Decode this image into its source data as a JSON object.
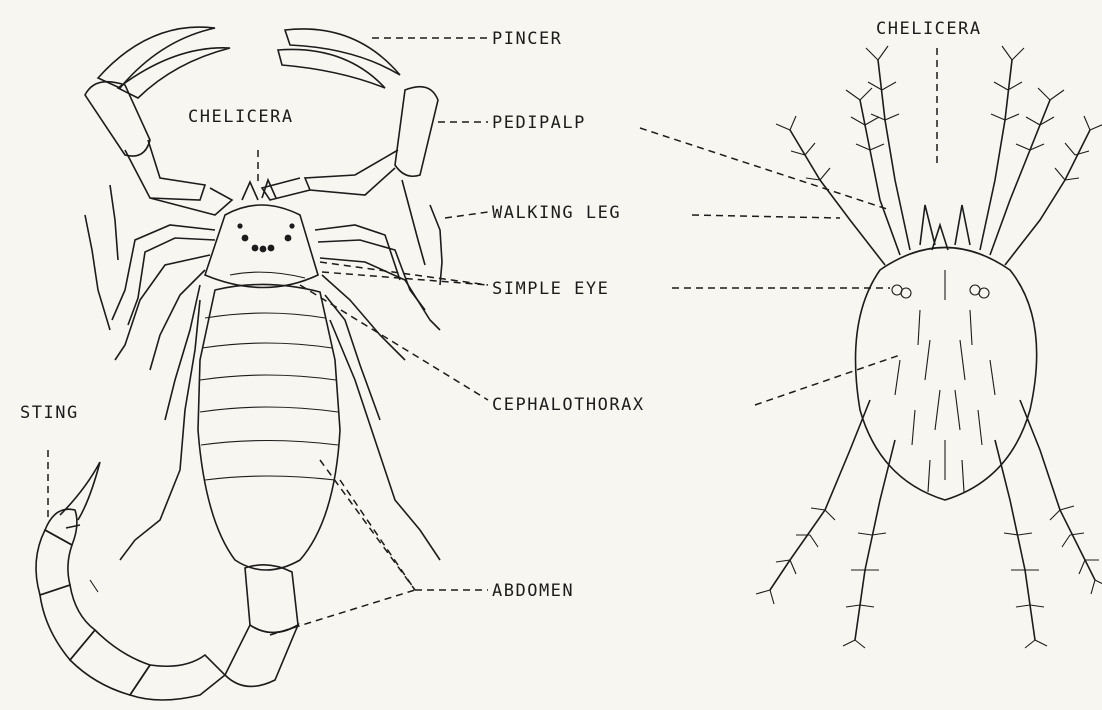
{
  "labels": {
    "pincer": "PINCER",
    "chelicera_scorpion": "CHELICERA",
    "pedipalp": "PEDIPALP",
    "walking_leg": "WALKING LEG",
    "simple_eye": "SIMPLE EYE",
    "cephalothorax": "CEPHALOTHORAX",
    "sting": "STING",
    "abdomen": "ABDOMEN",
    "chelicera_mite": "CHELICERA"
  },
  "colors": {
    "ink": "#1c1c1c",
    "paper": "#f7f6f1"
  }
}
